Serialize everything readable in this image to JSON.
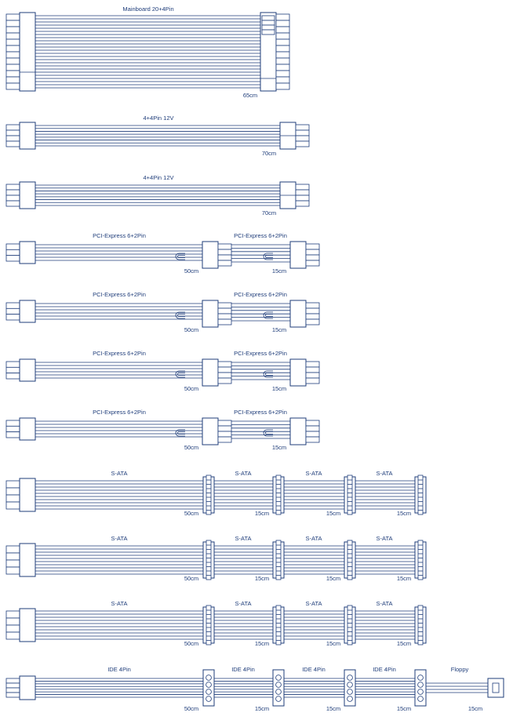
{
  "colors": {
    "line": "#1f3d7a",
    "fill": "#ffffff",
    "accent": "#1f3d7a"
  },
  "cables": [
    {
      "id": "mainboard",
      "labels": [
        {
          "text": "Mainboard 20+4Pin"
        }
      ],
      "lengths": [
        "65cm"
      ]
    },
    {
      "id": "cpu-1",
      "labels": [
        {
          "text": "4+4Pin 12V"
        }
      ],
      "lengths": [
        "70cm"
      ]
    },
    {
      "id": "cpu-2",
      "labels": [
        {
          "text": "4+4Pin 12V"
        }
      ],
      "lengths": [
        "70cm"
      ]
    },
    {
      "id": "pcie-1",
      "labels": [
        {
          "text": "PCI-Express 6+2Pin"
        },
        {
          "text": "PCI-Express 6+2Pin"
        }
      ],
      "lengths": [
        "50cm",
        "15cm"
      ]
    },
    {
      "id": "pcie-2",
      "labels": [
        {
          "text": "PCI-Express 6+2Pin"
        },
        {
          "text": "PCI-Express 6+2Pin"
        }
      ],
      "lengths": [
        "50cm",
        "15cm"
      ]
    },
    {
      "id": "pcie-3",
      "labels": [
        {
          "text": "PCI-Express 6+2Pin"
        },
        {
          "text": "PCI-Express 6+2Pin"
        }
      ],
      "lengths": [
        "50cm",
        "15cm"
      ]
    },
    {
      "id": "pcie-4",
      "labels": [
        {
          "text": "PCI-Express 6+2Pin"
        },
        {
          "text": "PCI-Express 6+2Pin"
        }
      ],
      "lengths": [
        "50cm",
        "15cm"
      ]
    },
    {
      "id": "sata-1",
      "labels": [
        {
          "text": "S-ATA"
        },
        {
          "text": "S-ATA"
        },
        {
          "text": "S-ATA"
        },
        {
          "text": "S-ATA"
        }
      ],
      "lengths": [
        "50cm",
        "15cm",
        "15cm",
        "15cm"
      ]
    },
    {
      "id": "sata-2",
      "labels": [
        {
          "text": "S-ATA"
        },
        {
          "text": "S-ATA"
        },
        {
          "text": "S-ATA"
        },
        {
          "text": "S-ATA"
        }
      ],
      "lengths": [
        "50cm",
        "15cm",
        "15cm",
        "15cm"
      ]
    },
    {
      "id": "sata-3",
      "labels": [
        {
          "text": "S-ATA"
        },
        {
          "text": "S-ATA"
        },
        {
          "text": "S-ATA"
        },
        {
          "text": "S-ATA"
        }
      ],
      "lengths": [
        "50cm",
        "15cm",
        "15cm",
        "15cm"
      ]
    },
    {
      "id": "ide",
      "labels": [
        {
          "text": "IDE 4Pin"
        },
        {
          "text": "IDE 4Pin"
        },
        {
          "text": "IDE 4Pin"
        },
        {
          "text": "IDE 4Pin"
        },
        {
          "text": "Floppy"
        }
      ],
      "lengths": [
        "50cm",
        "15cm",
        "15cm",
        "15cm",
        "15cm"
      ]
    }
  ]
}
